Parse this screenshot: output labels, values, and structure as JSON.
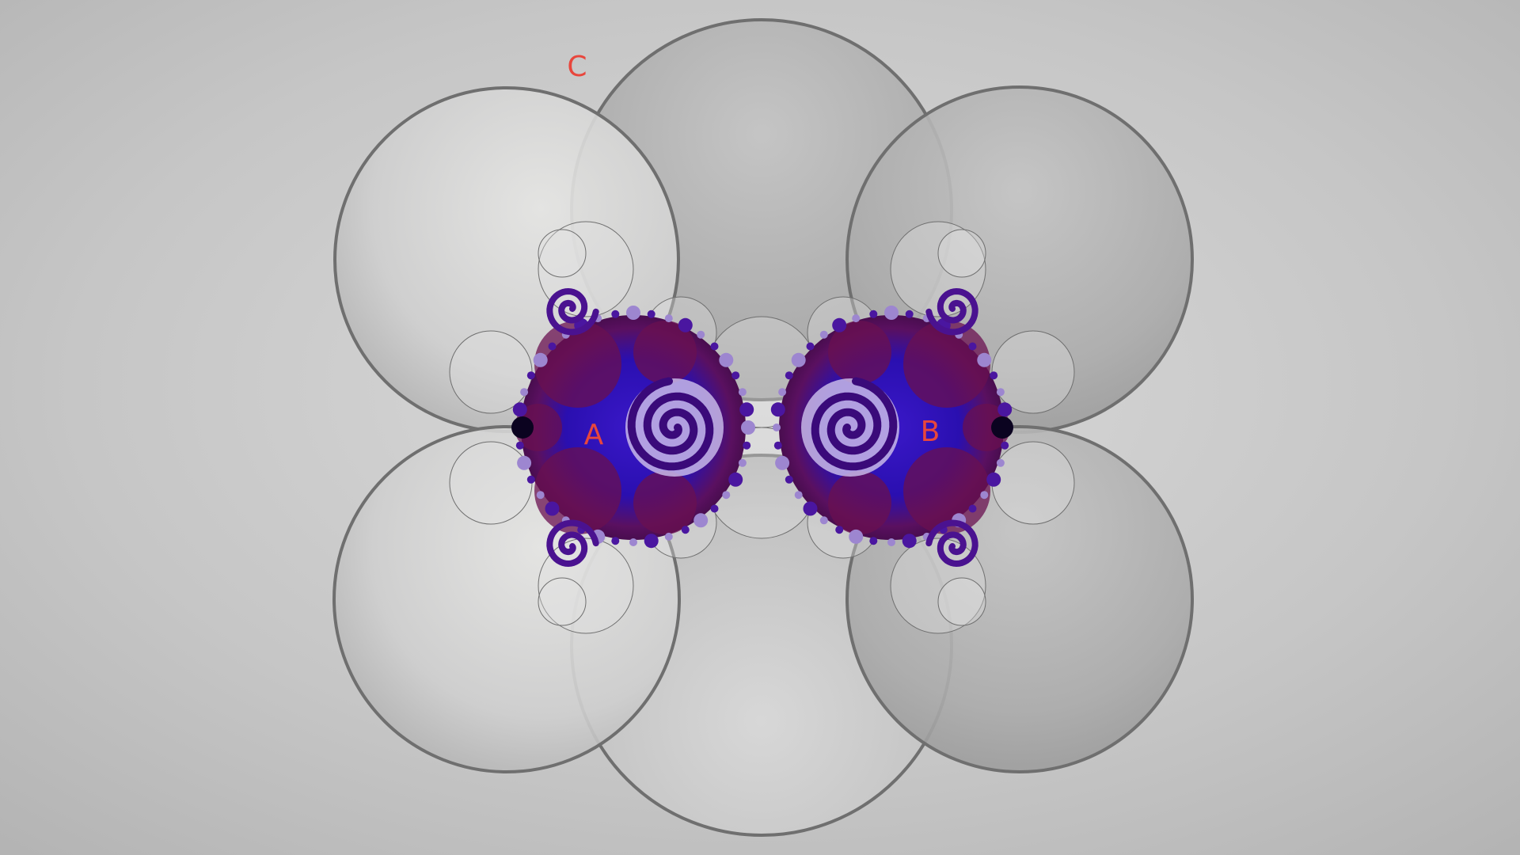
{
  "labels": {
    "a": "A",
    "b": "B",
    "c": "C"
  },
  "colors": {
    "background": "#c9c9c9",
    "circle_stroke": "#6f6f6f",
    "label": "#e8463c",
    "fractal_blue": "#2a0fb0",
    "fractal_maroon": "#6a1050",
    "fractal_dark": "#0b0320",
    "fractal_lavender": "#c8b8e8"
  }
}
